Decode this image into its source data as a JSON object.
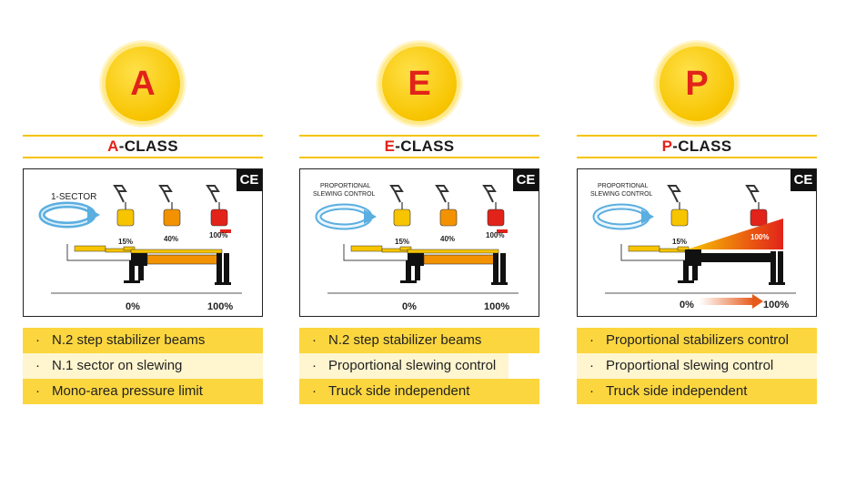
{
  "classes": [
    {
      "letter": "A",
      "title_letter": "A",
      "title_rest": "-CLASS",
      "ce": "CE",
      "slew_label": [
        "1-SECTOR"
      ],
      "pct_small": "15%",
      "pct_labels": [
        "40%",
        "100%"
      ],
      "axis_left": "0%",
      "axis_right": "100%",
      "features": [
        "N.2 step stabilizer beams",
        "N.1 sector on slewing",
        "Mono-area pressure limit"
      ]
    },
    {
      "letter": "E",
      "title_letter": "E",
      "title_rest": "-CLASS",
      "ce": "CE",
      "slew_label": [
        "PROPORTIONAL",
        "SLEWING CONTROL"
      ],
      "pct_small": "15%",
      "pct_labels": [
        "40%",
        "100%"
      ],
      "axis_left": "0%",
      "axis_right": "100%",
      "features": [
        "N.2 step stabilizer beams",
        "Proportional slewing control",
        "Truck side independent"
      ]
    },
    {
      "letter": "P",
      "title_letter": "P",
      "title_rest": "-CLASS",
      "ce": "CE",
      "slew_label": [
        "PROPORTIONAL",
        "SLEWING CONTROL"
      ],
      "pct_small": "15%",
      "pct_labels": [
        "100%"
      ],
      "axis_left": "0%",
      "axis_right": "100%",
      "features": [
        "Proportional stabilizers control",
        "Proportional slewing control",
        "Truck side independent"
      ]
    }
  ],
  "colors": {
    "accent_red": "#e2231a",
    "badge_yellow": "#f7c400",
    "row_dark": "#fbd63f",
    "row_light": "#fff5cf",
    "weight_yellow": "#f7c400",
    "weight_orange": "#f39200",
    "weight_red": "#e2231a",
    "arrow_blue": "#5aaee0"
  }
}
